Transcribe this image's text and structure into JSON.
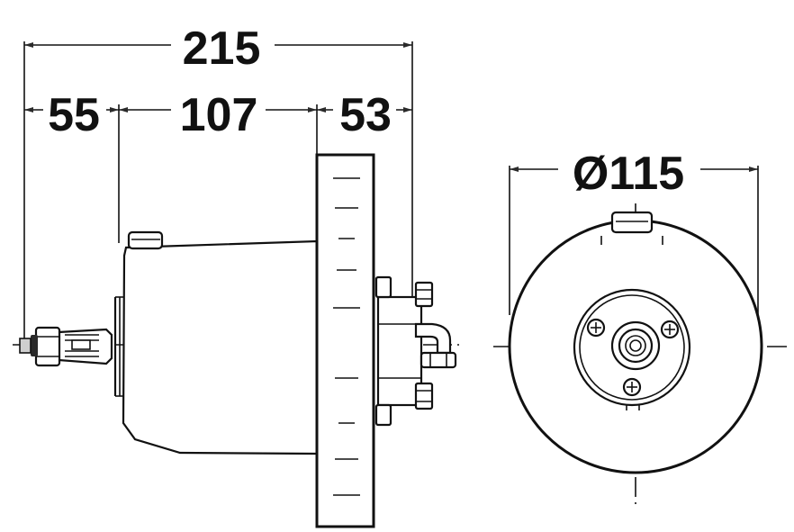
{
  "dimensions": {
    "overall": "215",
    "shaft": "55",
    "body": "107",
    "flange": "53",
    "diameter": "Ø115"
  }
}
